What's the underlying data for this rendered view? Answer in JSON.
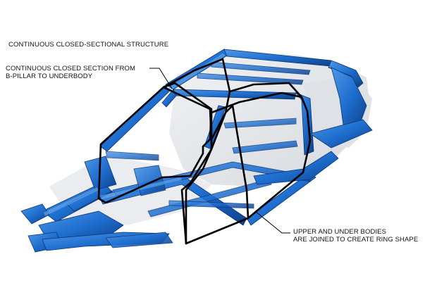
{
  "annotations": {
    "title": "CONTINUOUS CLOSED-SECTIONAL STRUCTURE",
    "closed_section": {
      "line1": "CONTINUOUS CLOSED SECTION FROM",
      "line2": "B-PILLAR TO UNDERBODY"
    },
    "ring_shape": {
      "line1": "UPPER AND UNDER BODIES",
      "line2": "ARE JOINED TO CREATE RING SHAPE"
    }
  },
  "colors": {
    "body_blue": "#1f6fd0",
    "body_dark": "#0d3f8a",
    "body_light": "#5aa0ea",
    "ghost_panel": "#d6d9de",
    "ring_line": "#000000"
  }
}
